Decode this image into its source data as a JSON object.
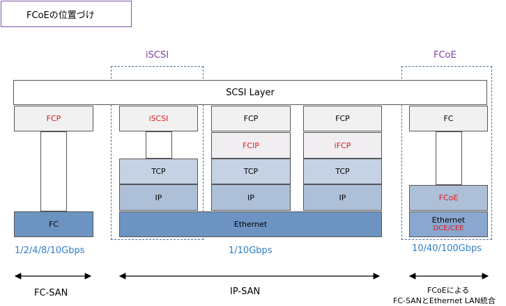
{
  "title": "FCoEの位置づけ",
  "group_labels": {
    "iscsi": "iSCSI",
    "fcoe": "FCoE"
  },
  "scsi_layer": "SCSI Layer",
  "stacks": {
    "fc": {
      "top": "FCP",
      "bottom": "FC"
    },
    "iscsi": {
      "top": "iSCSI",
      "tcp": "TCP",
      "ip": "IP"
    },
    "fcip": {
      "top": "FCP",
      "mid": "FCIP",
      "tcp": "TCP",
      "ip": "IP"
    },
    "ifcp": {
      "top": "FCP",
      "mid": "iFCP",
      "tcp": "TCP",
      "ip": "IP"
    },
    "ethernet": "Ethernet",
    "fcoe": {
      "top": "FC",
      "mid": "FCoE",
      "eth": "Ethernet",
      "eth_sub": "DCE/CEE"
    }
  },
  "speeds": {
    "fc": "1/2/4/8/10Gbps",
    "ip": "1/10Gbps",
    "fcoe": "10/40/100Gbps"
  },
  "network_labels": {
    "fc_san": "FC-SAN",
    "ip_san": "IP-SAN",
    "fcoe_line1": "FCoEによる",
    "fcoe_line2": "FC-SANとEthernet LAN統合"
  },
  "colors": {
    "accent_red": "#e01818",
    "speed_blue": "#2e7fc2",
    "group_purple": "#7c3fa3",
    "ethernet_dark": "#6d93c2",
    "ip_blue": "#aebfd8",
    "tcp_blue": "#c5d2e4"
  }
}
